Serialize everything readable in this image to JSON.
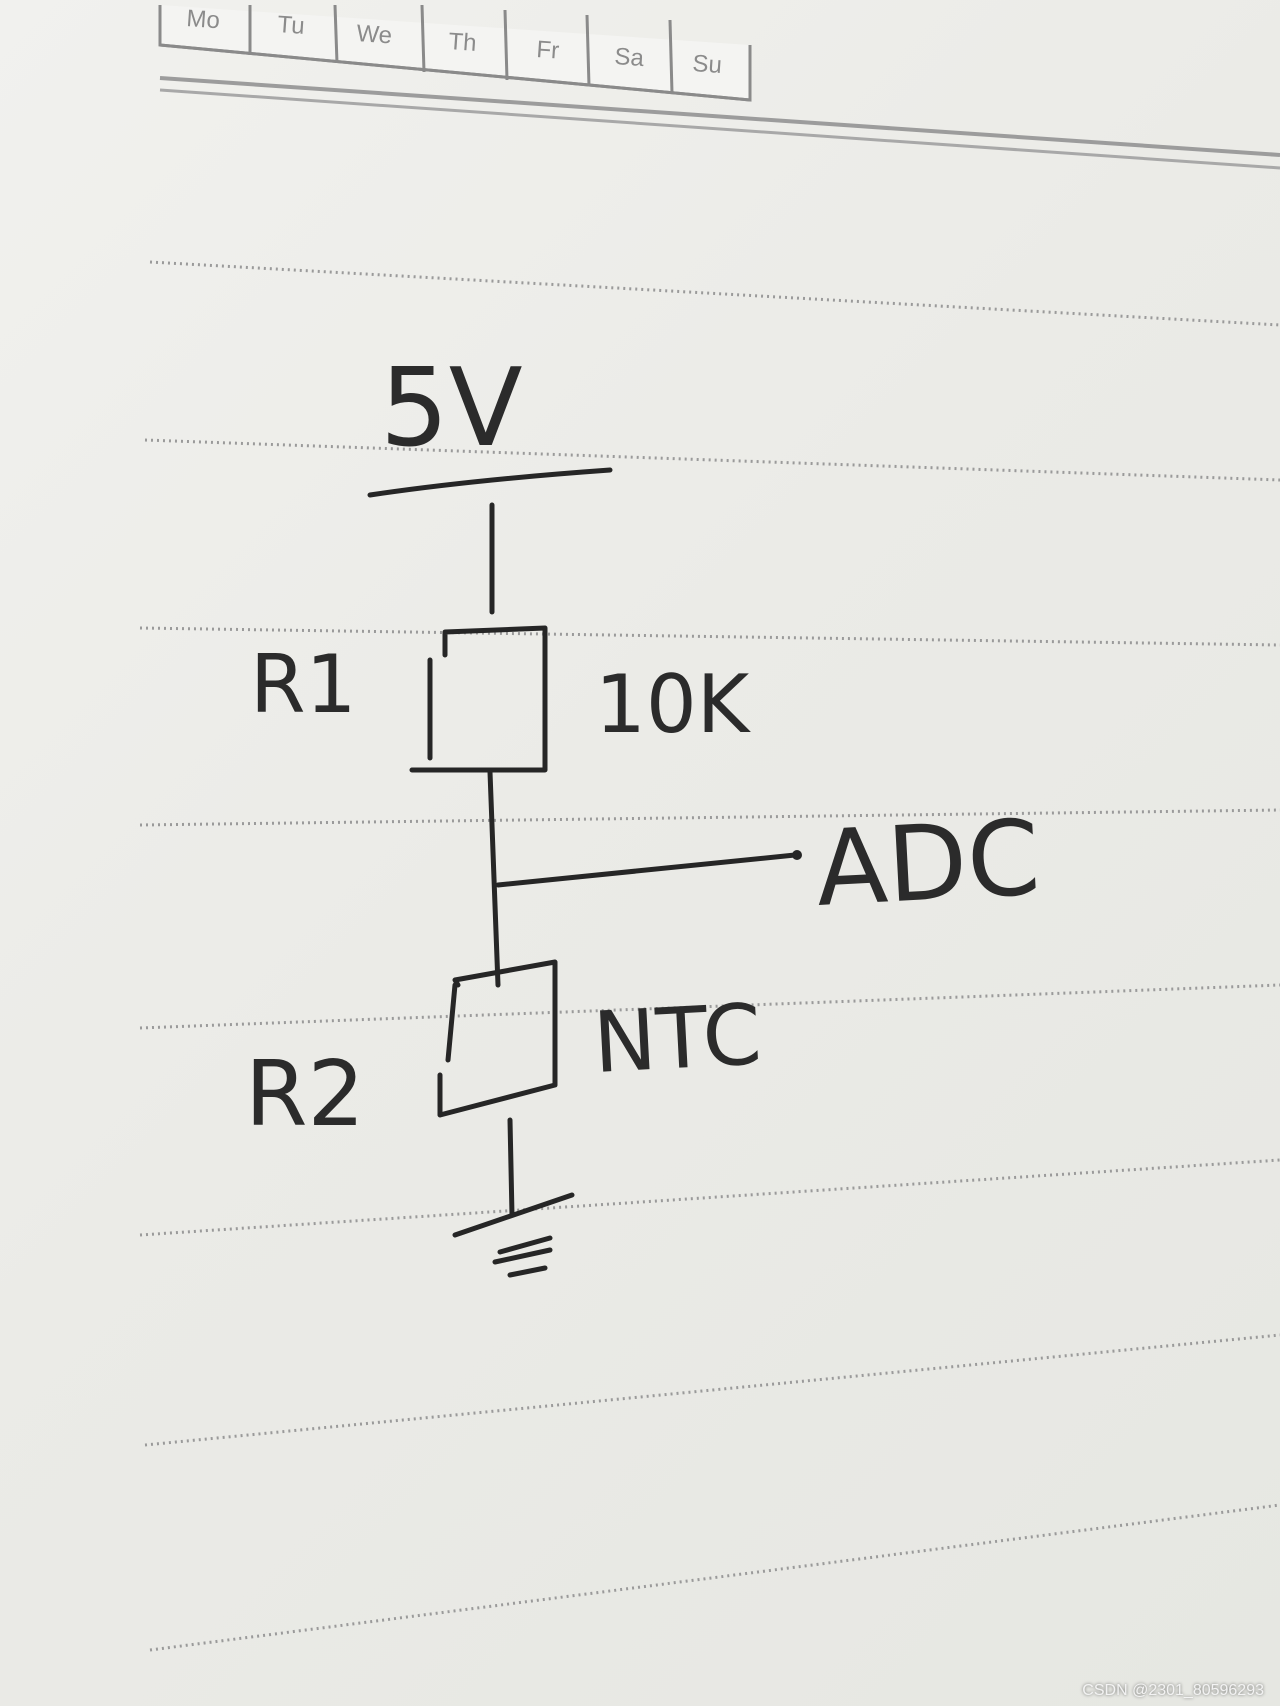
{
  "weekday_header": {
    "days": [
      "Mo",
      "Tu",
      "We",
      "Th",
      "Fr",
      "Sa",
      "Su"
    ]
  },
  "circuit": {
    "supply_label": "5V",
    "r1_name": "R1",
    "r1_value": "10K",
    "output_label": "ADC",
    "r2_name": "R2",
    "r2_value": "NTC"
  },
  "watermark": "CSDN @2301_80596293"
}
